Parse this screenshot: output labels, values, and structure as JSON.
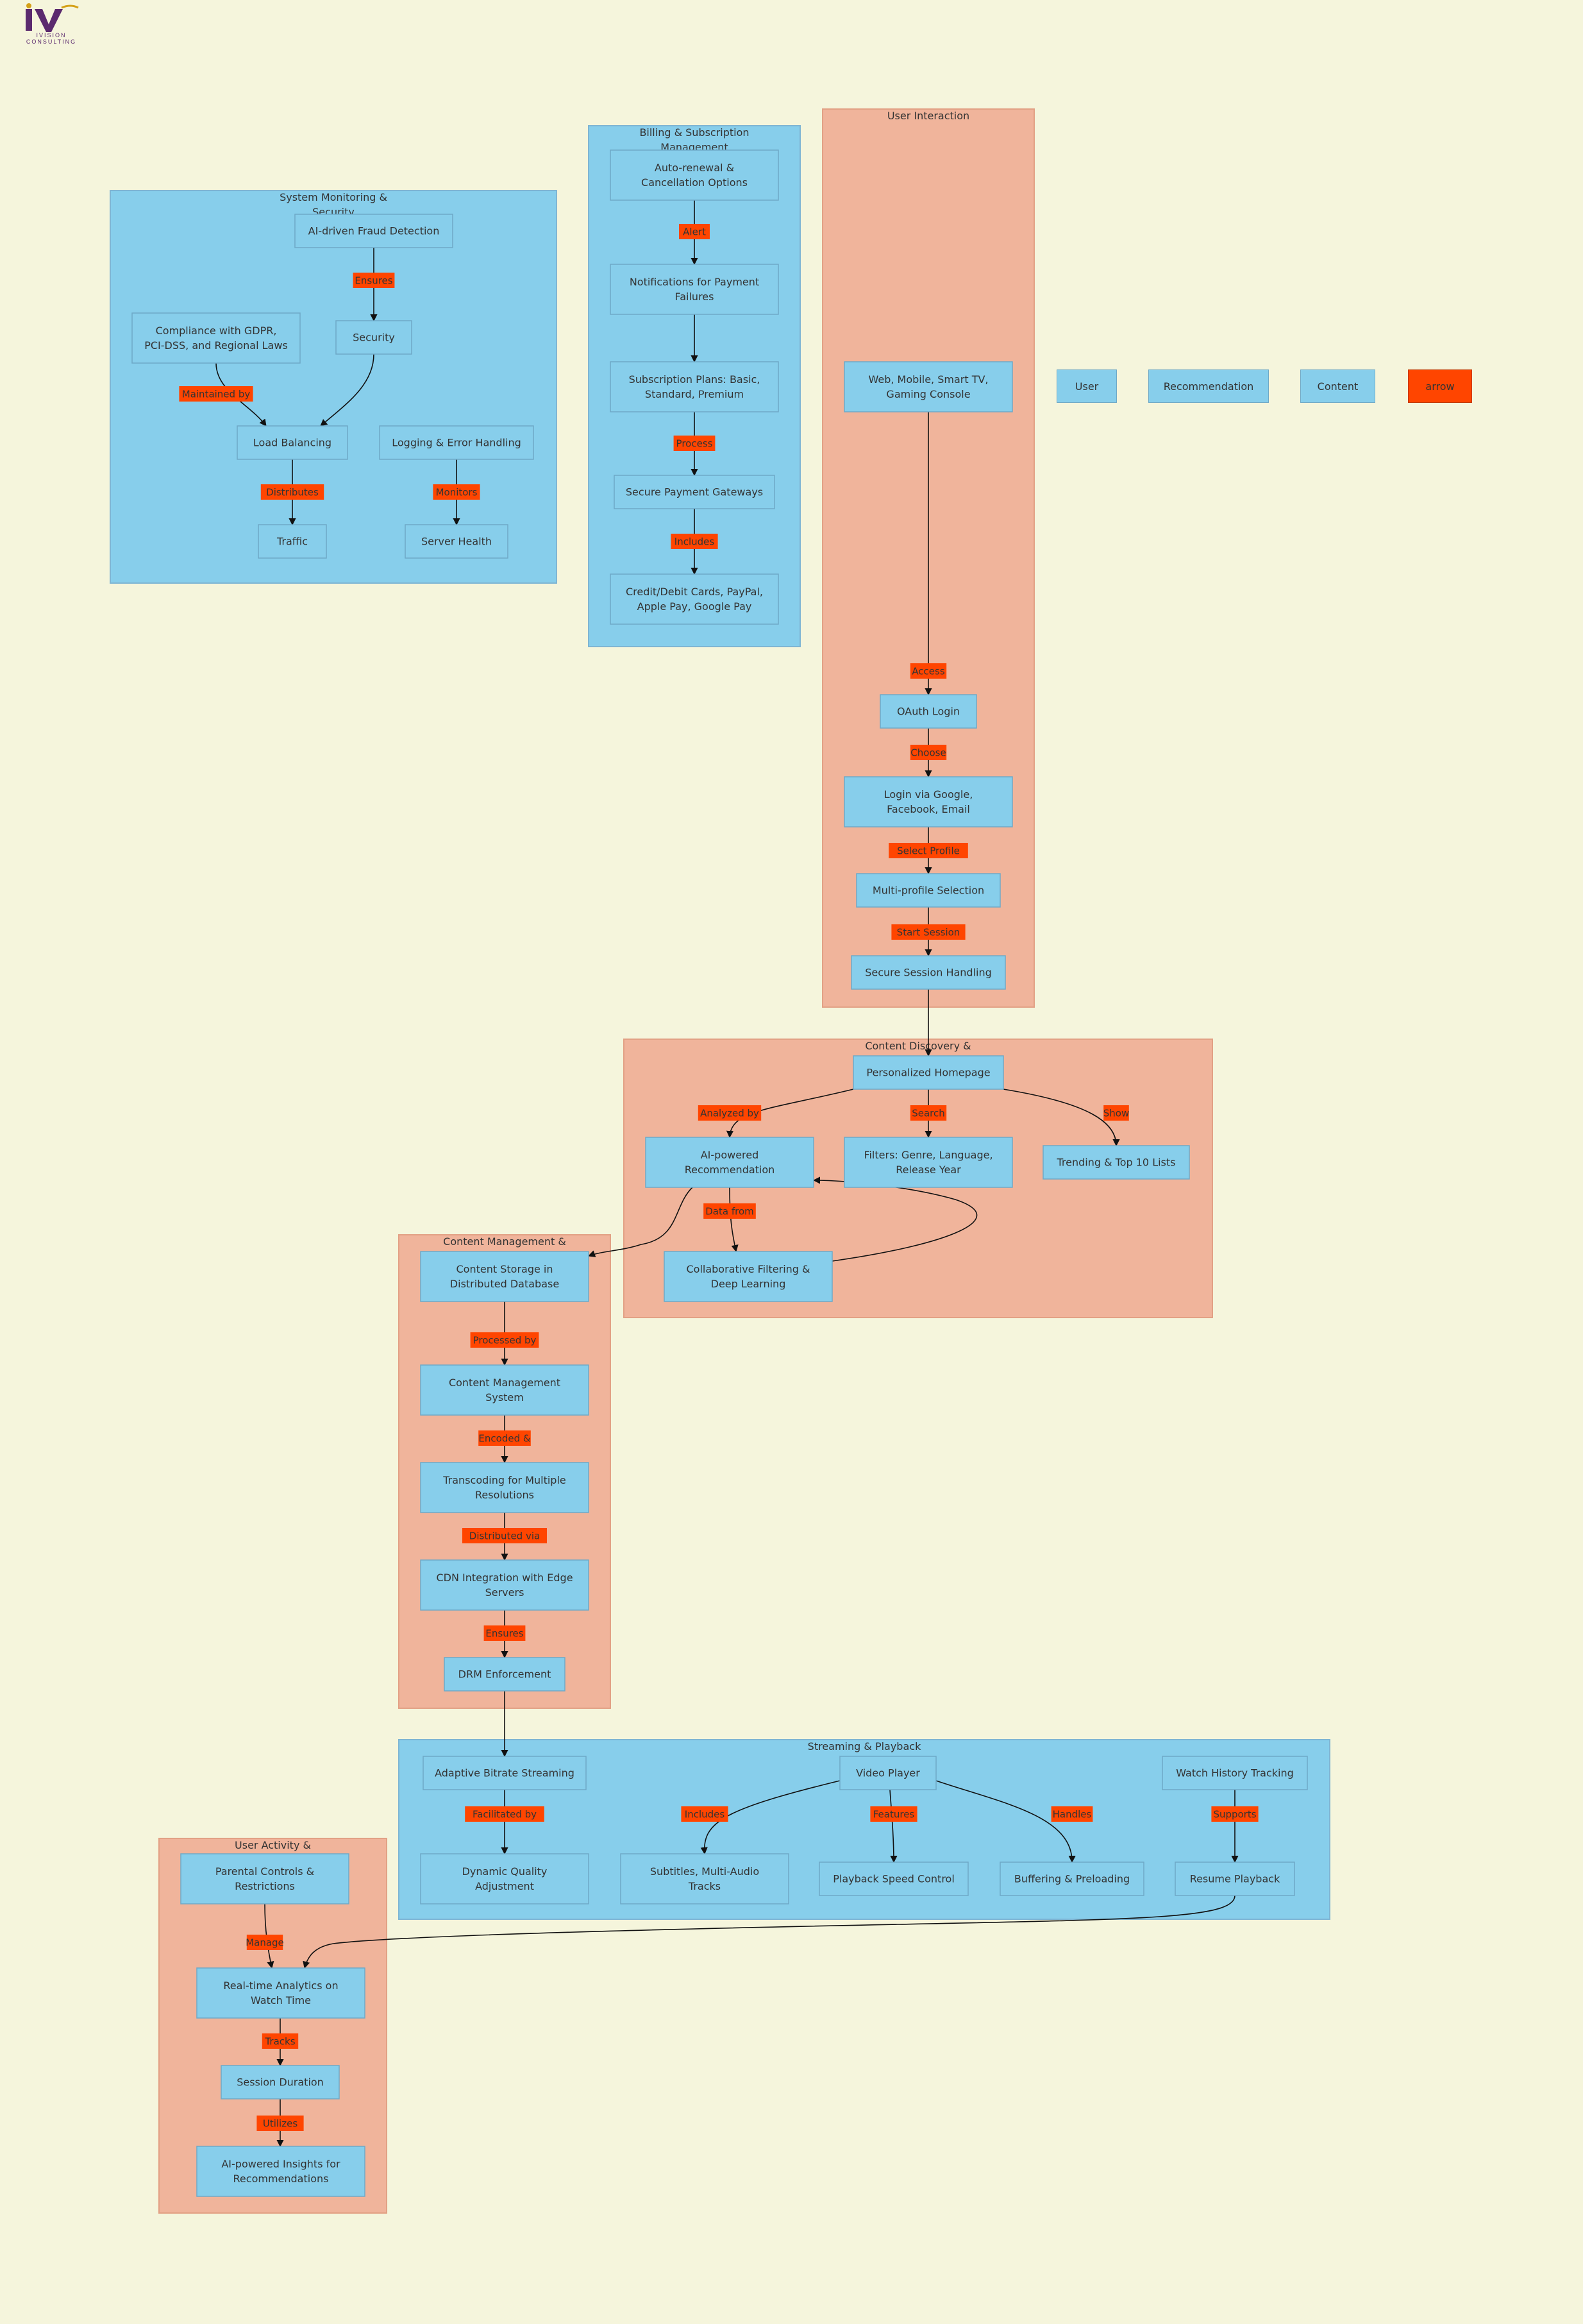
{
  "logo": {
    "wordmark": "IVISION\nCONSULTING"
  },
  "colors": {
    "background": "#f5f5dc",
    "blue_group": "#87ceeb",
    "salmon_group": "#f0b49b",
    "node": "#87ceeb",
    "edge_label": "#ff4500"
  },
  "legend": {
    "user": "User",
    "recommendation": "Recommendation",
    "content": "Content",
    "arrow": "arrow"
  },
  "groups": [
    {
      "id": "sysmon",
      "label": "System Monitoring &\nSecurity",
      "kind": "blue"
    },
    {
      "id": "billing",
      "label": "Billing & Subscription\nManagement",
      "kind": "blue"
    },
    {
      "id": "userint",
      "label": "User Interaction",
      "kind": "salmon"
    },
    {
      "id": "discovery",
      "label": "Content Discovery &",
      "kind": "salmon"
    },
    {
      "id": "cms",
      "label": "Content Management &",
      "kind": "salmon"
    },
    {
      "id": "streaming",
      "label": "Streaming & Playback",
      "kind": "blue"
    },
    {
      "id": "activity",
      "label": "User Activity &",
      "kind": "salmon"
    }
  ],
  "nodes": [
    {
      "id": "fraud",
      "label": "AI-driven Fraud Detection"
    },
    {
      "id": "security",
      "label": "Security"
    },
    {
      "id": "compliance",
      "label": "Compliance with GDPR,\nPCI-DSS, and Regional Laws"
    },
    {
      "id": "loadbal",
      "label": "Load Balancing"
    },
    {
      "id": "logging",
      "label": "Logging & Error Handling"
    },
    {
      "id": "traffic",
      "label": "Traffic"
    },
    {
      "id": "health",
      "label": "Server Health"
    },
    {
      "id": "autorenew",
      "label": "Auto-renewal &\nCancellation Options"
    },
    {
      "id": "notif",
      "label": "Notifications for Payment\nFailures"
    },
    {
      "id": "plans",
      "label": "Subscription Plans: Basic,\nStandard, Premium"
    },
    {
      "id": "gateways",
      "label": "Secure Payment Gateways"
    },
    {
      "id": "cards",
      "label": "Credit/Debit Cards, PayPal,\nApple Pay, Google Pay"
    },
    {
      "id": "devices",
      "label": "Web, Mobile, Smart TV,\nGaming Console"
    },
    {
      "id": "oauth",
      "label": "OAuth Login"
    },
    {
      "id": "social",
      "label": "Login via Google,\nFacebook, Email"
    },
    {
      "id": "profile",
      "label": "Multi-profile Selection"
    },
    {
      "id": "session",
      "label": "Secure Session Handling"
    },
    {
      "id": "home",
      "label": "Personalized Homepage"
    },
    {
      "id": "airec",
      "label": "AI-powered\nRecommendation"
    },
    {
      "id": "filters",
      "label": "Filters: Genre, Language,\nRelease Year"
    },
    {
      "id": "trending",
      "label": "Trending & Top 10 Lists"
    },
    {
      "id": "collab",
      "label": "Collaborative Filtering &\nDeep Learning"
    },
    {
      "id": "storage",
      "label": "Content Storage in\nDistributed Database"
    },
    {
      "id": "cmsys",
      "label": "Content Management\nSystem"
    },
    {
      "id": "transcode",
      "label": "Transcoding for Multiple\nResolutions"
    },
    {
      "id": "cdn",
      "label": "CDN Integration with Edge\nServers"
    },
    {
      "id": "drm",
      "label": "DRM Enforcement"
    },
    {
      "id": "abr",
      "label": "Adaptive Bitrate Streaming"
    },
    {
      "id": "player",
      "label": "Video Player"
    },
    {
      "id": "history",
      "label": "Watch History Tracking"
    },
    {
      "id": "dqa",
      "label": "Dynamic Quality\nAdjustment"
    },
    {
      "id": "subs",
      "label": "Subtitles, Multi-Audio\nTracks"
    },
    {
      "id": "speed",
      "label": "Playback Speed Control"
    },
    {
      "id": "buffer",
      "label": "Buffering & Preloading"
    },
    {
      "id": "resume",
      "label": "Resume Playback"
    },
    {
      "id": "parental",
      "label": "Parental Controls &\nRestrictions"
    },
    {
      "id": "analytics",
      "label": "Real-time Analytics on\nWatch Time"
    },
    {
      "id": "duration",
      "label": "Session Duration"
    },
    {
      "id": "insights",
      "label": "AI-powered Insights for\nRecommendations"
    }
  ],
  "edges": [
    {
      "id": "e-fraud-sec",
      "label": "Ensures"
    },
    {
      "id": "e-sec-lb",
      "label": ""
    },
    {
      "id": "e-comp-lb",
      "label": "Maintained by"
    },
    {
      "id": "e-lb-traffic",
      "label": "Distributes"
    },
    {
      "id": "e-log-health",
      "label": "Monitors"
    },
    {
      "id": "e-auto-notif",
      "label": "Alert"
    },
    {
      "id": "e-notif-plans",
      "label": ""
    },
    {
      "id": "e-plans-gw",
      "label": "Process"
    },
    {
      "id": "e-gw-cards",
      "label": "Includes"
    },
    {
      "id": "e-dev-oauth",
      "label": "Access"
    },
    {
      "id": "e-oauth-social",
      "label": "Choose"
    },
    {
      "id": "e-social-profile",
      "label": "Select Profile"
    },
    {
      "id": "e-profile-session",
      "label": "Start Session"
    },
    {
      "id": "e-session-home",
      "label": ""
    },
    {
      "id": "e-home-airec",
      "label": "Analyzed by"
    },
    {
      "id": "e-home-filters",
      "label": "Search"
    },
    {
      "id": "e-home-trend",
      "label": "Show"
    },
    {
      "id": "e-airec-collab",
      "label": "Data from"
    },
    {
      "id": "e-collab-airec",
      "label": ""
    },
    {
      "id": "e-airec-storage",
      "label": ""
    },
    {
      "id": "e-stor-cms",
      "label": "Processed by"
    },
    {
      "id": "e-cms-trans",
      "label": "Encoded &"
    },
    {
      "id": "e-trans-cdn",
      "label": "Distributed via"
    },
    {
      "id": "e-cdn-drm",
      "label": "Ensures"
    },
    {
      "id": "e-drm-abr",
      "label": ""
    },
    {
      "id": "e-abr-dqa",
      "label": "Facilitated by"
    },
    {
      "id": "e-player-subs",
      "label": "Includes"
    },
    {
      "id": "e-player-speed",
      "label": "Features"
    },
    {
      "id": "e-player-buffer",
      "label": "Handles"
    },
    {
      "id": "e-hist-resume",
      "label": "Supports"
    },
    {
      "id": "e-resume-analytics",
      "label": ""
    },
    {
      "id": "e-par-analytics",
      "label": "Manage"
    },
    {
      "id": "e-analytics-dur",
      "label": "Tracks"
    },
    {
      "id": "e-dur-insights",
      "label": "Utilizes"
    }
  ]
}
